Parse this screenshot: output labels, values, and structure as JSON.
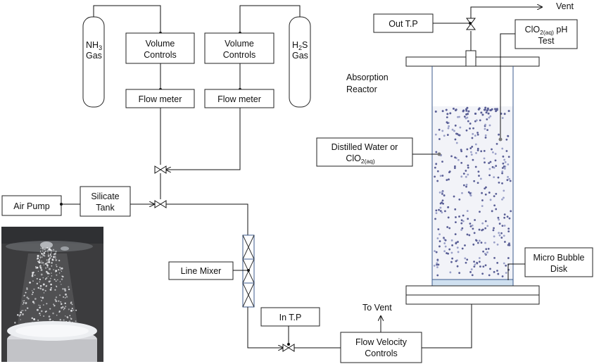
{
  "cylinders": {
    "nh3": {
      "line1": "NH",
      "sub1": "3",
      "line2": "Gas"
    },
    "h2s": {
      "line1a": "H",
      "sub1": "2",
      "line1b": "S",
      "line2": "Gas"
    }
  },
  "volume_controls_left": [
    "Volume",
    "Controls"
  ],
  "volume_controls_right": [
    "Volume",
    "Controls"
  ],
  "flow_meter_left": "Flow meter",
  "flow_meter_right": "Flow meter",
  "air_pump": "Air Pump",
  "silicate_tank": [
    "Silicate",
    "Tank"
  ],
  "line_mixer": "Line Mixer",
  "in_tp": "In T.P",
  "to_vent": "To Vent",
  "flow_velocity_controls": [
    "Flow Velocity",
    "Controls"
  ],
  "out_tp": "Out T.P",
  "vent": "Vent",
  "clo2_test": {
    "prefix": "ClO",
    "sub": "2(aq)",
    "suffix": " pH",
    "line2": "Test"
  },
  "absorption_reactor": [
    "Absorption",
    "Reactor"
  ],
  "distilled_water": {
    "line1": "Distilled Water or",
    "prefix": "ClO",
    "sub": "2(aq)"
  },
  "micro_bubble_disk": [
    "Micro Bubble",
    "Disk"
  ],
  "colors": {
    "dots": "#5a5f96",
    "dots_light": "#9aa0c8",
    "reactor_liquid": "#f2f3f8",
    "reactor_outline": "#3b5a8c",
    "disk": "#cfe0f0"
  }
}
